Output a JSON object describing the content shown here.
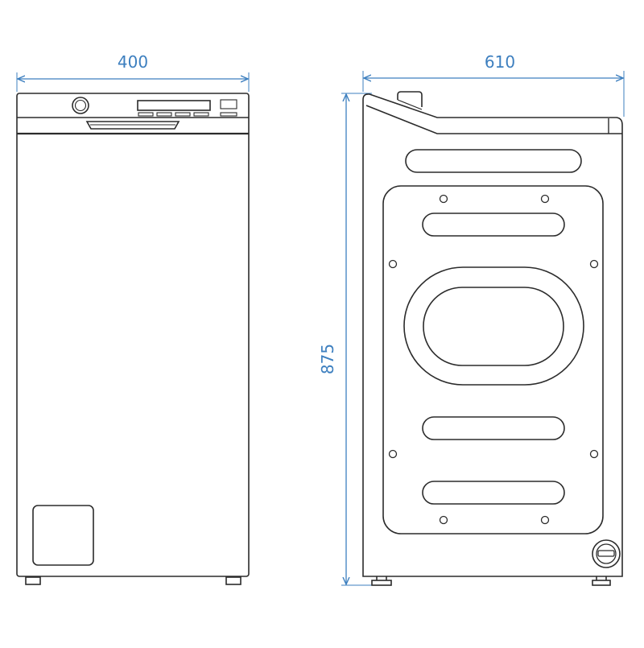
{
  "dimensions": {
    "width": "400",
    "depth": "610",
    "height": "875"
  },
  "colors": {
    "dimension": "#3d7fbf",
    "outline": "#2b2b2b",
    "background": "#ffffff"
  }
}
